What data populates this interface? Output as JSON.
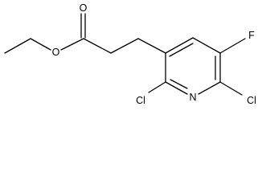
{
  "molecule": {
    "atoms": {
      "o_carbonyl": "O",
      "o_ester": "O",
      "fluorine": "F",
      "nitrogen": "N",
      "chlorine_left": "Cl",
      "chlorine_right": "Cl"
    }
  },
  "colors": {
    "bond": "#000000",
    "label": "#000000",
    "background": "#ffffff"
  }
}
